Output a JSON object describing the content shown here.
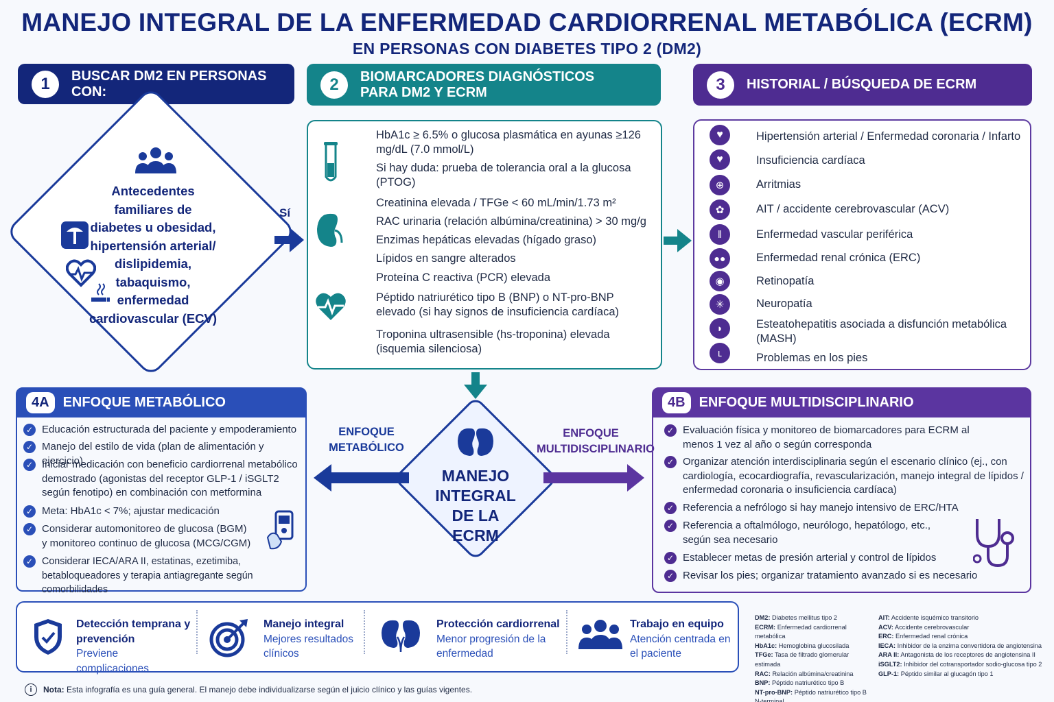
{
  "title": "MANEJO INTEGRAL DE LA ENFERMEDAD CARDIORRENAL METABÓLICA (ECRM)",
  "subtitle": "EN PERSONAS CON DIABETES TIPO 2 (DM2)",
  "step1": {
    "num": "1",
    "title": "BUSCAR DM2 EN PERSONAS CON:",
    "criteria": "Antecedentes familiares de diabetes u obesidad, hipertensión arterial/ dislipidemia, tabaquismo, enfermedad cardiovascular (ECV)",
    "yes": "Sí"
  },
  "step2": {
    "num": "2",
    "title_line1": "BIOMARCADORES DIAGNÓSTICOS",
    "title_line2": "PARA DM2 Y ECRM",
    "items": [
      "HbA1c ≥ 6.5% o glucosa plasmática en ayunas ≥126 mg/dL (7.0 mmol/L)",
      "Si hay duda: prueba de tolerancia oral a la glucosa (PTOG)",
      "Creatinina elevada / TFGe < 60 mL/min/1.73 m²",
      "RAC urinaria (relación albúmina/creatinina) > 30 mg/g",
      "Enzimas hepáticas elevadas (hígado graso)",
      "Lípidos en sangre alterados",
      "Proteína C reactiva (PCR) elevada",
      "Péptido natriurético tipo B (BNP) o NT-pro-BNP elevado (si hay signos de insuficiencia cardíaca)",
      "Troponina ultrasensible (hs-troponina) elevada (isquemia silenciosa)"
    ]
  },
  "step3": {
    "num": "3",
    "title": "HISTORIAL / BÚSQUEDA DE ECRM",
    "items": [
      "Hipertensión arterial / Enfermedad coronaria / Infarto",
      "Insuficiencia cardíaca",
      "Arritmias",
      "AIT / accidente cerebrovascular (ACV)",
      "Enfermedad vascular periférica",
      "Enfermedad renal crónica (ERC)",
      "Retinopatía",
      "Neuropatía",
      "Esteatohepatitis asociada a disfunción metabólica (MASH)",
      "Problemas en los pies"
    ]
  },
  "step4a": {
    "tag": "4A",
    "title": "ENFOQUE METABÓLICO",
    "items": [
      "Educación estructurada del paciente y empoderamiento",
      "Manejo del estilo de vida (plan de alimentación y ejercicio)",
      "Iniciar medicación con beneficio cardiorrenal metabólico demostrado (agonistas del receptor GLP-1 / iSGLT2 según fenotipo) en combinación con metformina",
      "Meta: HbA1c < 7%; ajustar medicación",
      "Considerar automonitoreo de glucosa (BGM) y monitoreo continuo de glucosa (MCG/CGM)",
      "Considerar IECA/ARA II, estatinas, ezetimiba, betabloqueadores y terapia antiagregante según comorbilidades"
    ]
  },
  "step4b": {
    "tag": "4B",
    "title": "ENFOQUE MULTIDISCIPLINARIO",
    "items": [
      "Evaluación física y monitoreo de biomarcadores para ECRM al menos 1 vez al año o según corresponda",
      "Organizar atención interdisciplinaria según el escenario clínico (ej., con cardiología, ecocardiografía, revascularización, manejo integral de lípidos / enfermedad coronaria o insuficiencia cardíaca)",
      "Referencia a nefrólogo si hay manejo intensivo de ERC/HTA",
      "Referencia a oftalmólogo, neurólogo, hepatólogo, etc., según sea necesario",
      "Establecer metas de presión arterial y control de lípidos",
      "Revisar los pies; organizar tratamiento avanzado si es necesario"
    ]
  },
  "center": {
    "text": "MANEJO INTEGRAL DE LA ECRM",
    "left_label": "ENFOQUE METABÓLICO",
    "right_label": "ENFOQUE MULTIDISCIPLINARIO"
  },
  "benefits": [
    {
      "title": "Detección temprana y prevención",
      "sub": "Previene complicaciones",
      "icon": "shield-icon"
    },
    {
      "title": "Manejo integral",
      "sub": "Mejores resultados clínicos",
      "icon": "target-icon"
    },
    {
      "title": "Protección cardiorrenal",
      "sub": "Menor progresión de la enfermedad",
      "icon": "kidneys-icon"
    },
    {
      "title": "Trabajo en equipo",
      "sub": "Atención centrada en el paciente",
      "icon": "team-icon"
    }
  ],
  "glossary_left": [
    {
      "abbr": "DM2:",
      "def": "Diabetes mellitus tipo 2"
    },
    {
      "abbr": "ECRM:",
      "def": "Enfermedad cardiorrenal metabólica"
    },
    {
      "abbr": "HbA1c:",
      "def": "Hemoglobina glucosilada"
    },
    {
      "abbr": "TFGe:",
      "def": "Tasa de filtrado glomerular estimada"
    },
    {
      "abbr": "RAC:",
      "def": "Relación albúmina/creatinina"
    },
    {
      "abbr": "BNP:",
      "def": "Péptido natriurético tipo B"
    },
    {
      "abbr": "NT-pro-BNP:",
      "def": "Péptido natriurético tipo B N-terminal"
    }
  ],
  "glossary_right": [
    {
      "abbr": "AIT:",
      "def": "Accidente isquémico transitorio"
    },
    {
      "abbr": "ACV:",
      "def": "Accidente cerebrovascular"
    },
    {
      "abbr": "ERC:",
      "def": "Enfermedad renal crónica"
    },
    {
      "abbr": "IECA:",
      "def": "Inhibidor de la enzima convertidora de angiotensina"
    },
    {
      "abbr": "ARA II:",
      "def": "Antagonista de los receptores de angiotensina II"
    },
    {
      "abbr": "iSGLT2:",
      "def": "Inhibidor del cotransportador sodio-glucosa tipo 2"
    },
    {
      "abbr": "GLP-1:",
      "def": "Péptido similar al glucagón tipo 1"
    }
  ],
  "note": {
    "label": "Nota:",
    "text": "Esta infografía es una guía general. El manejo debe individualizarse según el juicio clínico y las guías vigentes."
  },
  "colors": {
    "navy": "#13267a",
    "teal": "#14848a",
    "purple": "#4e2c91",
    "blue": "#2a4fb8"
  }
}
